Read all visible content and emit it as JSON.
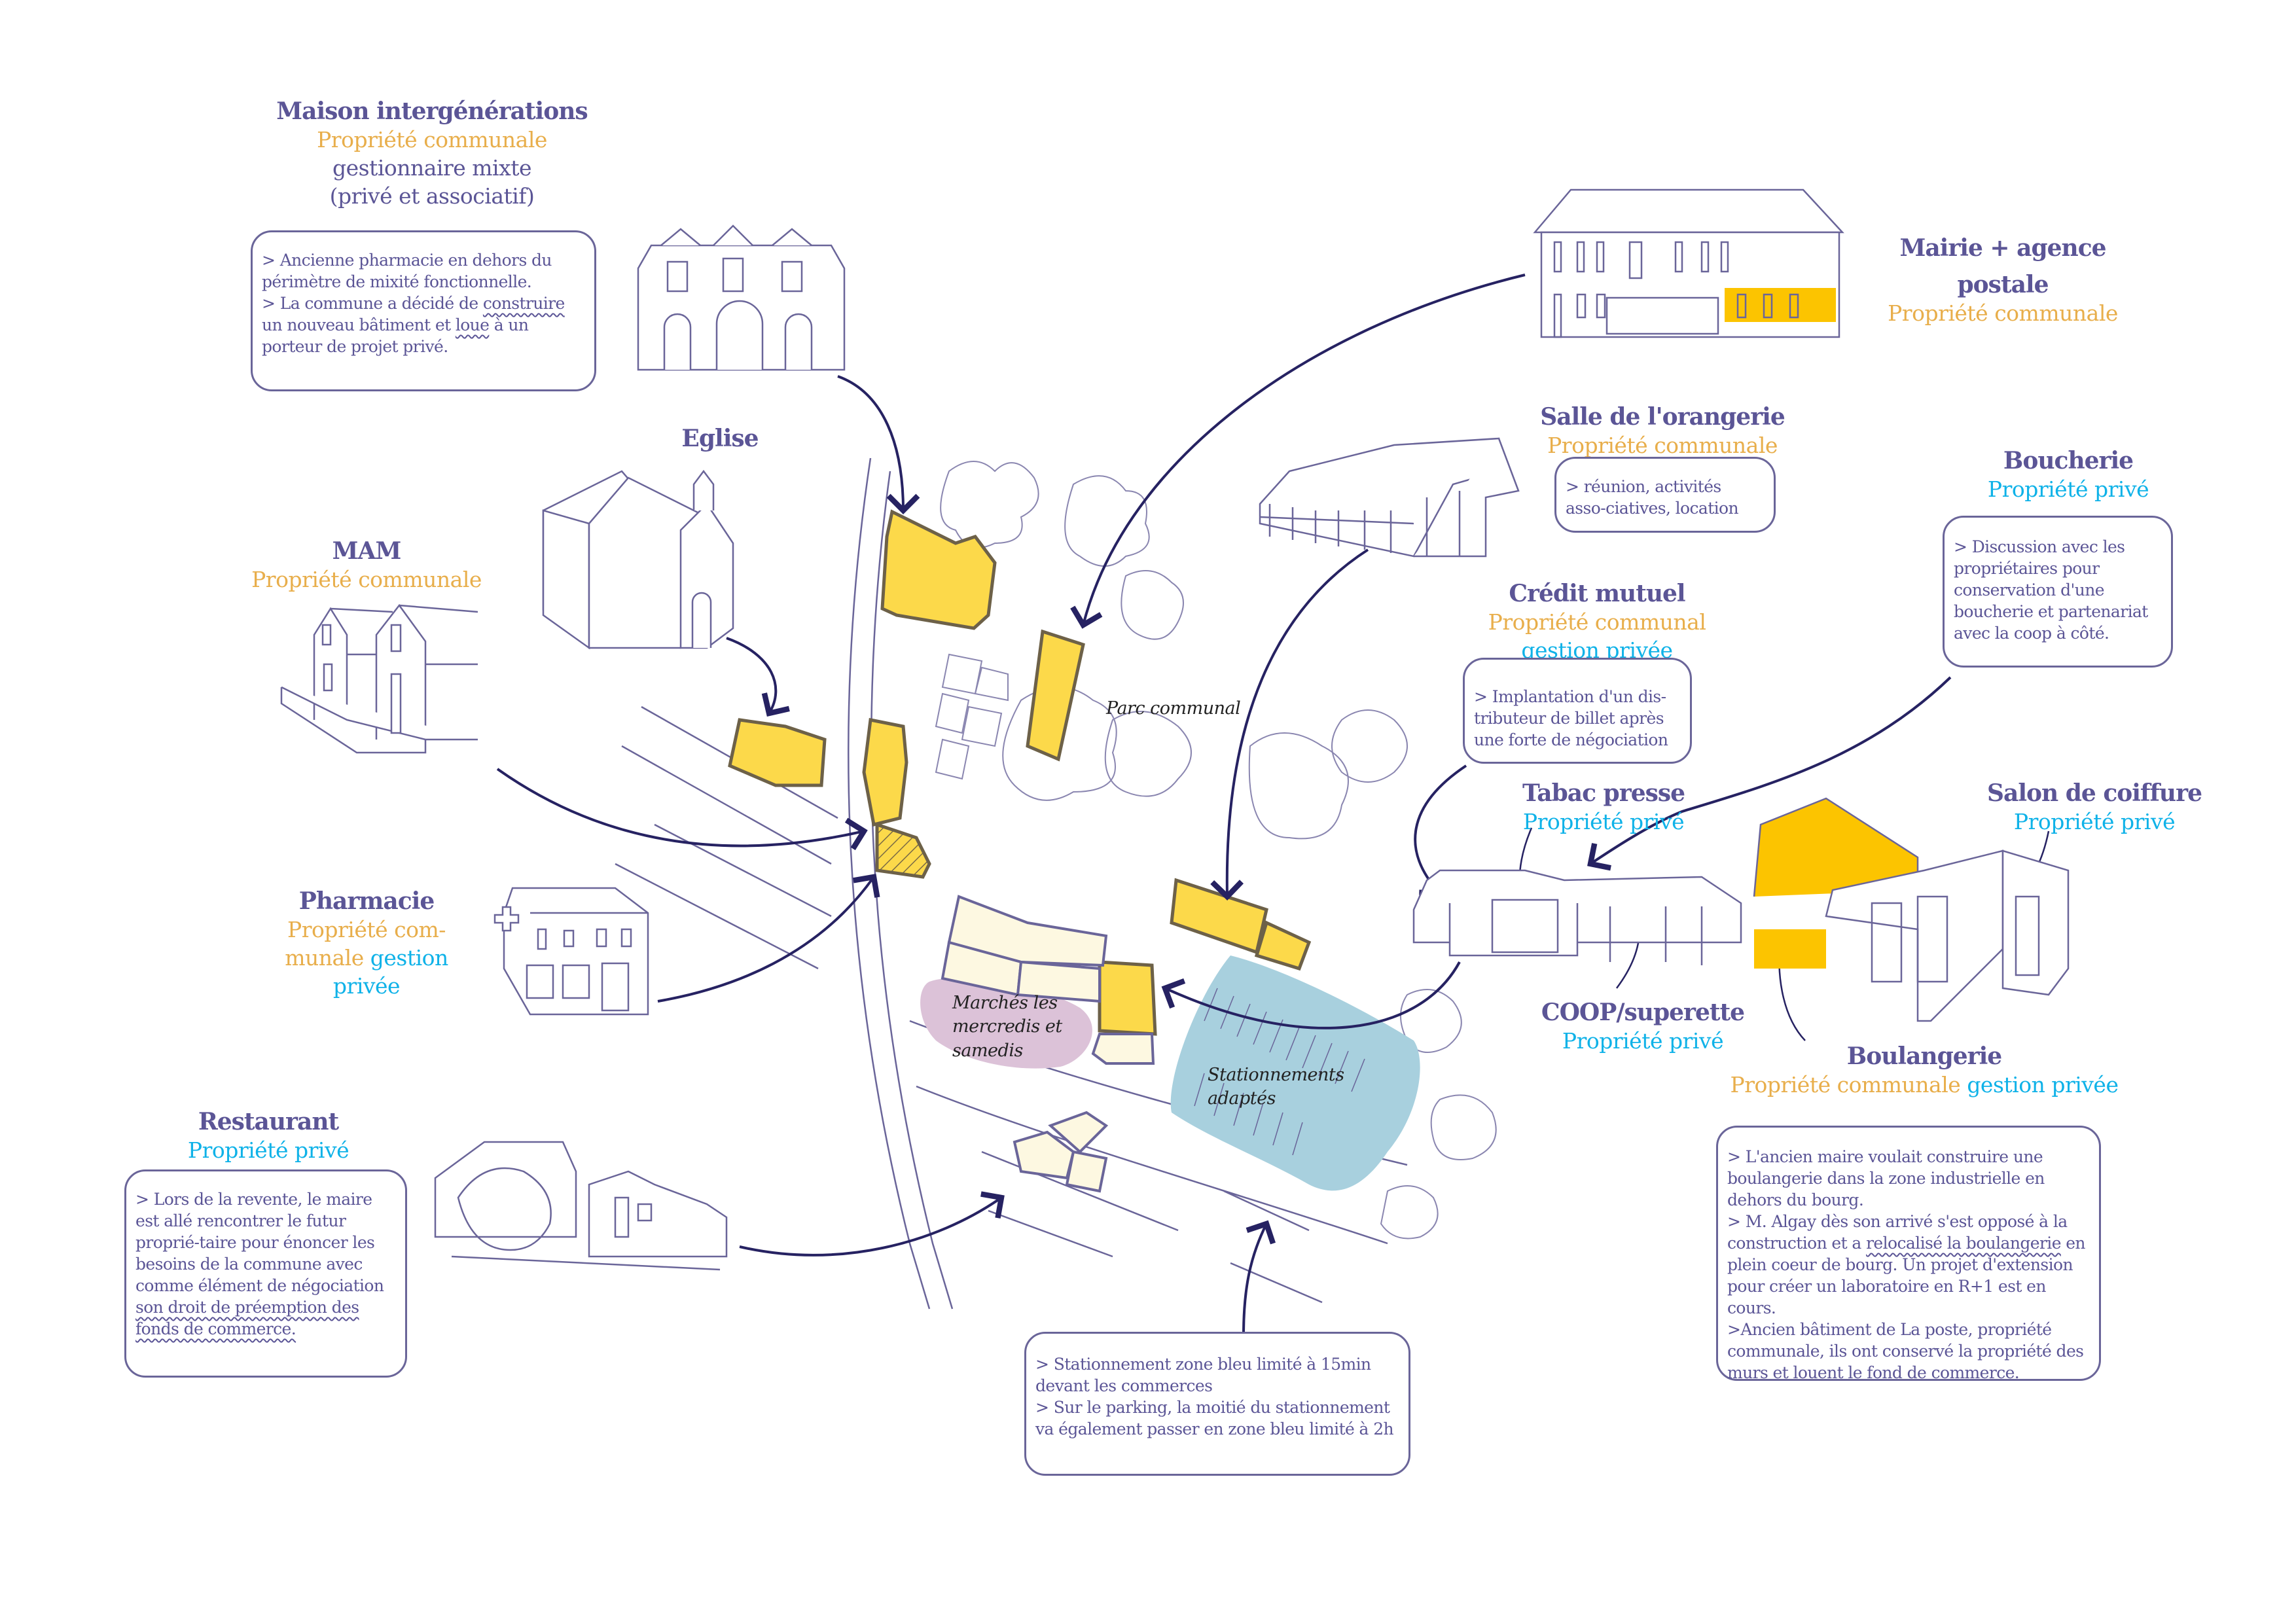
{
  "colors": {
    "title": "#5b5596",
    "communal": "#e8ae4b",
    "private": "#0fb2e8",
    "building_highlight": "#fcd94a",
    "building_light": "#fdf8e1",
    "market_zone": "#dcc2d8",
    "parking_zone": "#a8d0de",
    "arrow": "#262262"
  },
  "places": {
    "maison": {
      "title": "Maison intergénérations",
      "status": "Propriété communale",
      "status2": "gestionnaire mixte",
      "status3": "(privé et associatif)",
      "note": {
        "line1": "> Ancienne pharmacie en dehors du périmètre de mixité fonctionnelle.",
        "line2_a": "> La commune a décidé de ",
        "line2_u1": "construire",
        "line2_b": " un nouveau bâtiment et ",
        "line2_u2": "loue",
        "line2_c": " à un porteur de projet privé."
      }
    },
    "eglise": {
      "title": "Eglise"
    },
    "mam": {
      "title": "MAM",
      "status": "Propriété communale"
    },
    "pharmacie": {
      "title": "Pharmacie",
      "status_communal_a": "Propriété com-",
      "status_communal_b": "munale",
      "status_private_a": "gestion",
      "status_private_b": "privée"
    },
    "restaurant": {
      "title": "Restaurant",
      "status": "Propriété privé",
      "note": {
        "text_a": "> Lors de la revente, le maire est allé rencontrer le futur proprié-taire pour énoncer les besoins de la commune avec comme élément de négociation ",
        "text_u": "son droit de préemption des fonds de commerce."
      }
    },
    "mairie": {
      "title_a": "Mairie + agence",
      "title_b": "postale",
      "status": "Propriété communale"
    },
    "orangerie": {
      "title": "Salle de l'orangerie",
      "status": "Propriété communale",
      "note": "> réunion, activités asso-ciatives, location"
    },
    "boucherie": {
      "title": "Boucherie",
      "status": "Propriété privé",
      "note": "> Discussion avec les propriétaires pour conservation d'une boucherie et partenariat avec la coop à côté."
    },
    "credit": {
      "title": "Crédit mutuel",
      "status": "Propriété communal",
      "status2": "gestion privée",
      "note": "> Implantation d'un dis-tributeur de billet après une forte de négociation"
    },
    "tabac": {
      "title": "Tabac presse",
      "status": "Propriété privé"
    },
    "salon": {
      "title": "Salon de coiffure",
      "status": "Propriété privé"
    },
    "coop": {
      "title": "COOP/superette",
      "status": "Propriété privé"
    },
    "boulangerie": {
      "title": "Boulangerie",
      "status_communal": "Propriété communale",
      "status_private": "gestion privée",
      "note": {
        "p1": "> L'ancien maire voulait construire une boulangerie dans la zone industrielle en dehors du bourg.",
        "p2_a": "> M. Algay dès son arrivé s'est opposé à la construction et a ",
        "p2_u": "relocalisé la boulangerie",
        "p2_b": " en plein coeur de bourg.  Un projet d'extension pour créer un laboratoire en R+1 est en cours.",
        "p3": ">Ancien bâtiment de La poste, propriété communale, ils ont conservé la propriété des murs et louent le fond de commerce."
      }
    },
    "stationnement": {
      "note_l1": "> Stationnement zone bleu limité à 15min devant les commerces",
      "note_l2": "> Sur le parking, la moitié du stationnement va également passer en zone bleu limité à 2h"
    }
  },
  "map_labels": {
    "parc": "Parc communal",
    "marches": "Marchés les mercredis et samedis",
    "stationnements": "Stationnements adaptés"
  }
}
